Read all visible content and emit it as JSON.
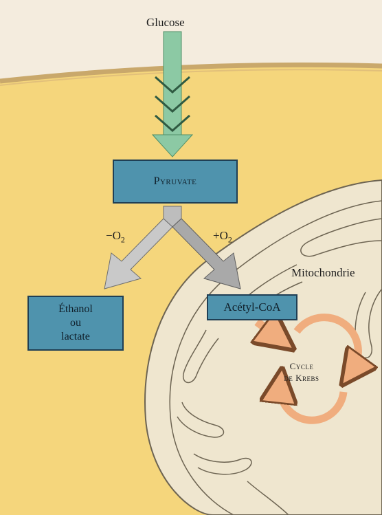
{
  "labels": {
    "glucose": "Glucose",
    "pyruvate": "Pyruvate",
    "minus_o2": "−O",
    "plus_o2": "+O",
    "o2_subscript": "2",
    "mitochondrie": "Mitochondrie",
    "ethanol_line1": "Éthanol",
    "ethanol_line2": "ou",
    "ethanol_line3": "lactate",
    "acetyl_coa": "Acétyl-CoA",
    "cycle_line1": "Cycle",
    "cycle_line2": "de Krebs"
  },
  "colors": {
    "cytoplasm": "#f5d67c",
    "membrane": "#c9a86b",
    "outside": "#f4ecde",
    "mitochondrion": "#efe6cf",
    "boxes": "#4f93ad",
    "glucose_arrow": "#8cc9a4",
    "split_arrow": "#bdbdbd",
    "krebs_arrow": "#f0ad7e"
  }
}
